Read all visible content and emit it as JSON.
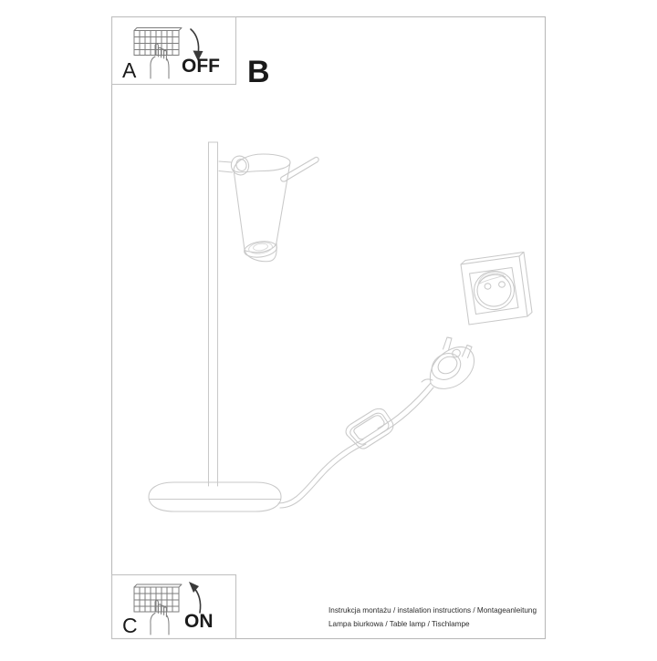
{
  "document": {
    "type": "assembly-instruction-sheet",
    "product": "Table lamp",
    "background_color": "#ffffff",
    "line_color": "#c9c9c9",
    "text_color": "#1a1a1a"
  },
  "steps": [
    {
      "id": "A",
      "label": "A",
      "state_label": "OFF",
      "icon": "fuse-box-hand-icon",
      "arrow": "curved-arrow-down-icon",
      "position": "top-left"
    },
    {
      "id": "B",
      "label": "B",
      "state_label": "",
      "icon": "",
      "arrow": "",
      "position": "top-center"
    },
    {
      "id": "C",
      "label": "C",
      "state_label": "ON",
      "icon": "fuse-box-hand-icon",
      "arrow": "curved-arrow-up-icon",
      "position": "bottom-left"
    }
  ],
  "illustration": {
    "name": "table-lamp-assembly-drawing",
    "parts": [
      {
        "name": "lamp-head",
        "shape": "tilted-cylinder"
      },
      {
        "name": "lamp-head-joint",
        "shape": "pivot-knuckle"
      },
      {
        "name": "lamp-head-handle-rod",
        "shape": "rod"
      },
      {
        "name": "lamp-pole",
        "shape": "vertical-tube"
      },
      {
        "name": "lamp-base",
        "shape": "rounded-pill"
      },
      {
        "name": "power-cable",
        "shape": "curved-cord"
      },
      {
        "name": "inline-rocker-switch",
        "shape": "rounded-rectangle"
      },
      {
        "name": "power-plug",
        "shape": "two-pin-plug"
      },
      {
        "name": "wall-socket",
        "shape": "perspective-socket"
      }
    ]
  },
  "footer": {
    "line1": "Instrukcja montażu / instalation instructions / Montageanleitung",
    "line2": "Lampa biurkowa / Table lamp / Tischlampe"
  }
}
